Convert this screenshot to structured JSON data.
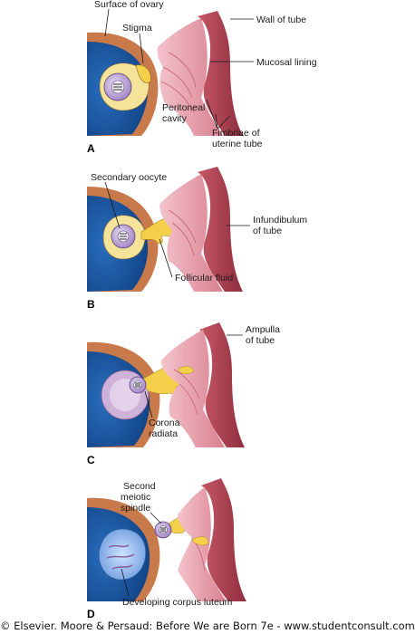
{
  "panels": {
    "a": {
      "letter": "A",
      "surface_of_ovary": "Surface of ovary",
      "stigma": "Stigma",
      "wall_of_tube": "Wall of tube",
      "mucosal_lining": "Mucosal lining",
      "peritoneal_1": "Peritoneal",
      "peritoneal_2": "cavity",
      "fimbriae_1": "Fimbriae of",
      "fimbriae_2": "uterine tube"
    },
    "b": {
      "letter": "B",
      "secondary_oocyte": "Secondary oocyte",
      "infundibulum_1": "Infundibulum",
      "infundibulum_2": "of tube",
      "follicular_fluid": "Follicular fluid"
    },
    "c": {
      "letter": "C",
      "ampulla_1": "Ampulla",
      "ampulla_2": "of tube",
      "corona_1": "Corona",
      "corona_2": "radiata"
    },
    "d": {
      "letter": "D",
      "spindle_1": "Second",
      "spindle_2": "meiotic",
      "spindle_3": "spindle",
      "corpus_luteum": "Developing corpus luteum"
    }
  },
  "credit": "© Elsevier. Moore & Persaud: Before We are Born 7e - www.studentconsult.com",
  "colors": {
    "ovary_blue": "#1f5fa8",
    "ovary_surface": "#c97a4a",
    "tube_wall": "#b84a5a",
    "mucosa": "#eaa2ae",
    "follicle_yellow": "#f4cf4a",
    "oocyte_purple": "#b39ad0",
    "corpus_luteum": "#6f9fe0"
  }
}
